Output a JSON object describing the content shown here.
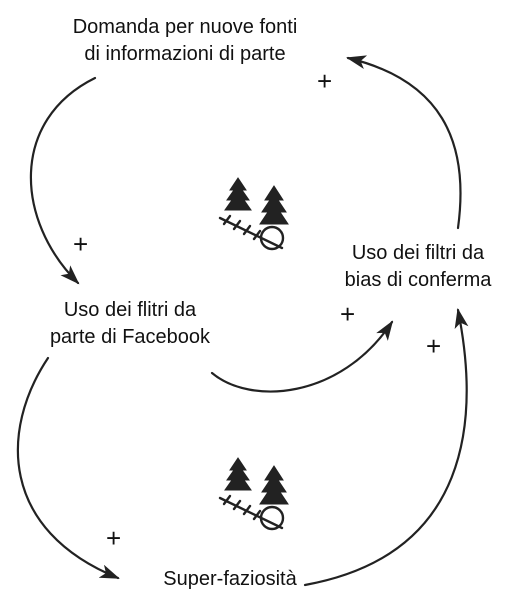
{
  "nodes": {
    "demand": [
      "Domanda per nuove fonti",
      "di informazioni di parte"
    ],
    "facebook": [
      "Uso dei flitri da",
      "parte di Facebook"
    ],
    "bias": [
      "Uso dei filtri da",
      "bias di conferma"
    ],
    "super": [
      "Super-faziosità"
    ]
  },
  "polarities": {
    "demand_to_facebook": "+",
    "bias_to_demand": "+",
    "facebook_to_bias": "+",
    "facebook_to_super": "+",
    "super_to_bias": "+"
  },
  "loop_symbols": [
    "snowball-reinforcing-icon",
    "snowball-reinforcing-icon"
  ],
  "colors": {
    "ink": "#111111",
    "background": "#ffffff"
  }
}
